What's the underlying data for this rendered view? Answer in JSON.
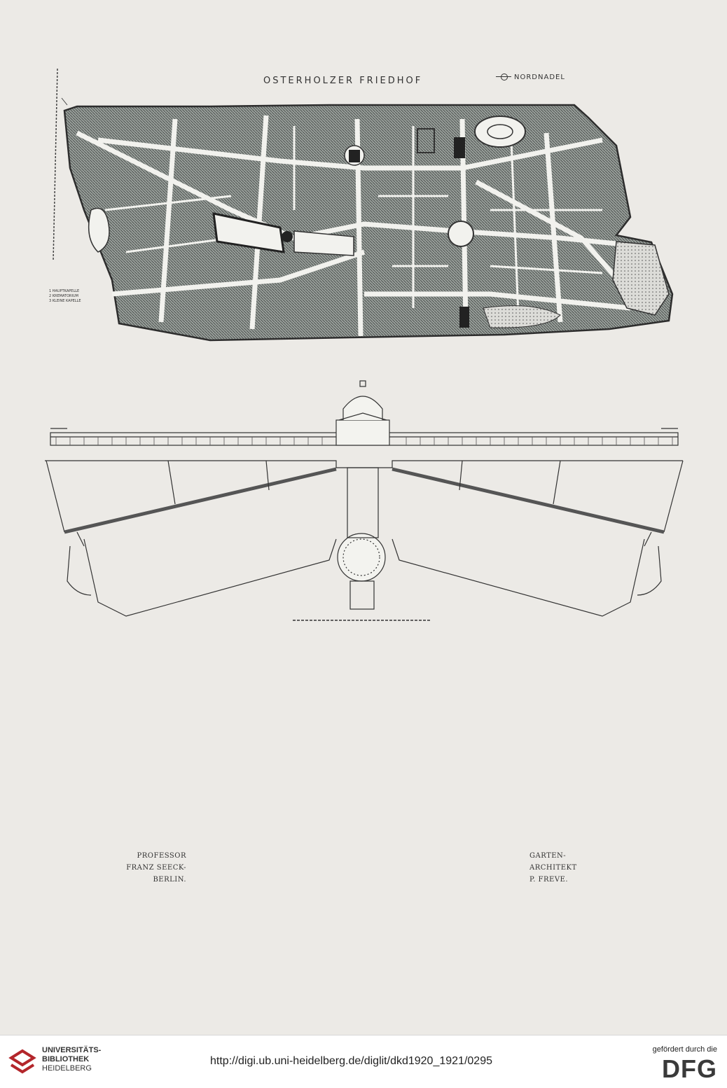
{
  "plan": {
    "title": "OSTERHOLZER FRIEDHOF",
    "north_label": "NORDNADEL",
    "legend": [
      "1 HAUPTKAPELLE",
      "2 KREMATORIUM",
      "3 KLEINE KAPELLE"
    ]
  },
  "credits": {
    "left": [
      "PROFESSOR",
      "FRANZ SEECK-",
      "BERLIN."
    ],
    "right": [
      "GARTEN-",
      "ARCHITEKT",
      "P. FREVE."
    ]
  },
  "footer": {
    "institution_line1": "UNIVERSITÄTS-",
    "institution_line2": "BIBLIOTHEK",
    "institution_line3": "HEIDELBERG",
    "url": "http://digi.ub.uni-heidelberg.de/diglit/dkd1920_1921/0295",
    "funding_text": "gefördert durch die",
    "funding_logo": "DFG"
  }
}
